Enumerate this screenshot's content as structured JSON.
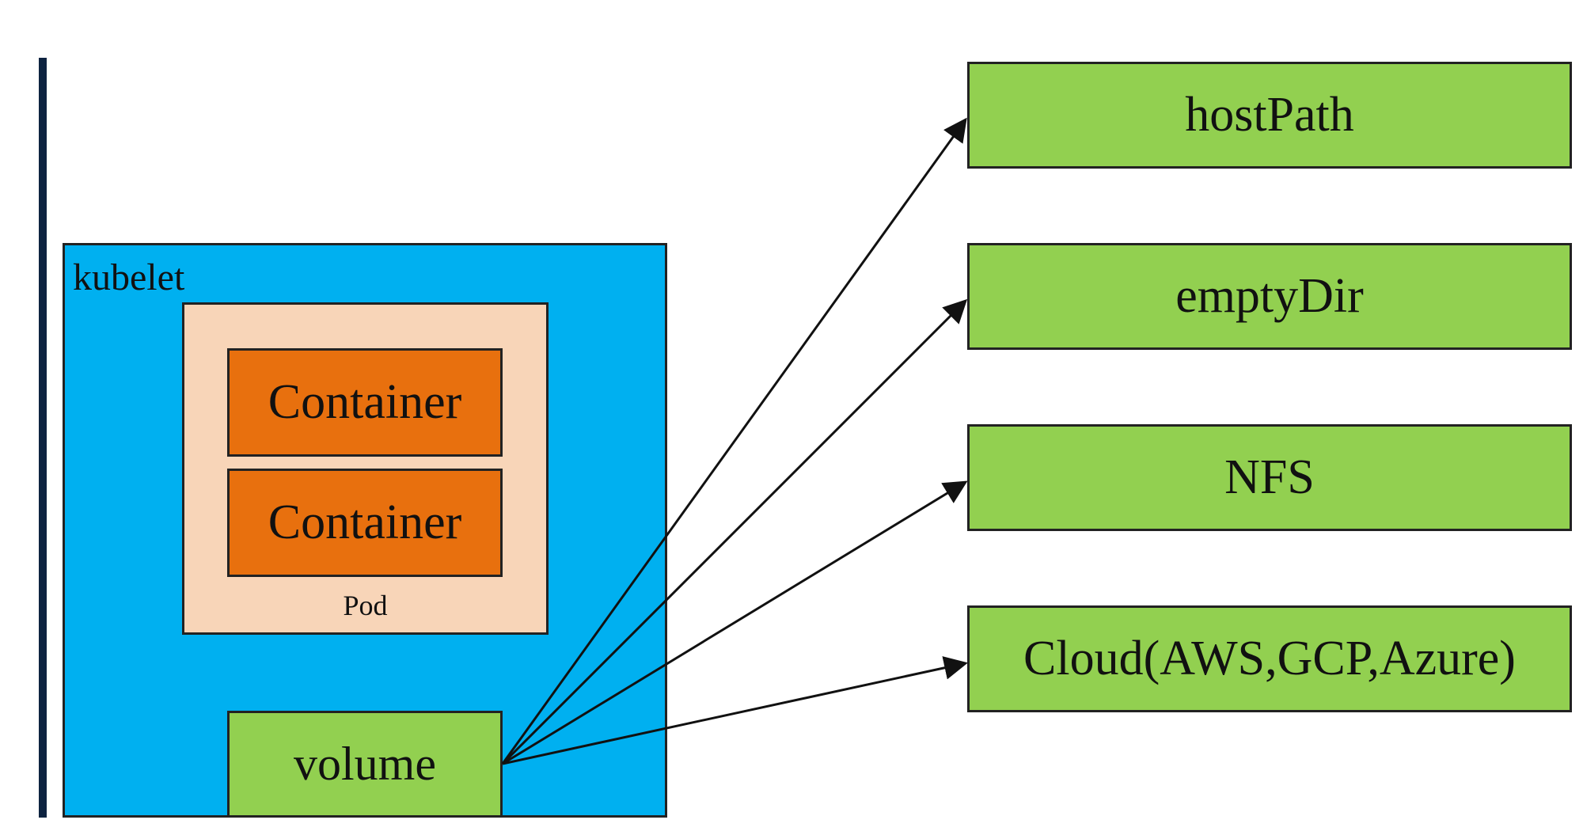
{
  "diagram": {
    "kubelet_label": "kubelet",
    "pod_label": "Pod",
    "containers": [
      "Container",
      "Container"
    ],
    "volume_label": "volume",
    "targets": [
      "hostPath",
      "emptyDir",
      "NFS",
      "Cloud(AWS,GCP,Azure)"
    ],
    "edges": [
      {
        "from": "volume",
        "to": "hostPath"
      },
      {
        "from": "volume",
        "to": "emptyDir"
      },
      {
        "from": "volume",
        "to": "NFS"
      },
      {
        "from": "volume",
        "to": "Cloud(AWS,GCP,Azure)"
      }
    ]
  },
  "colors": {
    "kubelet_fill": "#00b0f0",
    "pod_fill": "#f8d5b8",
    "container_fill": "#e8700e",
    "storage_fill": "#92d050",
    "accent_bar": "#0d2340",
    "stroke": "#222222"
  }
}
